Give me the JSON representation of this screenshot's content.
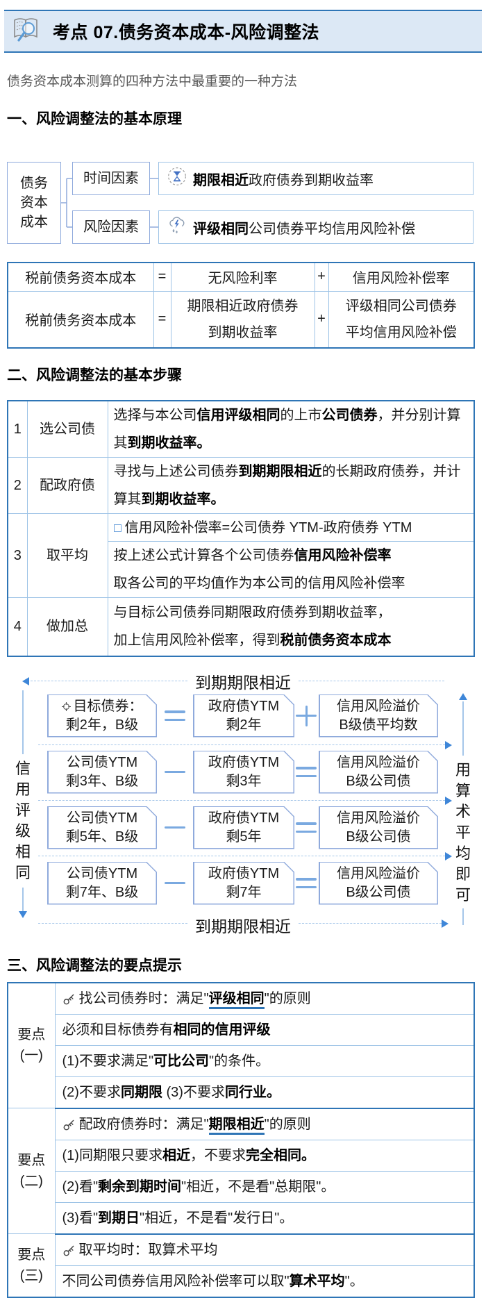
{
  "colors": {
    "accent_dark": "#2e75b6",
    "accent_light": "#9dc3e6",
    "box_border": "#8faadc",
    "header_bg": "#dce8f5",
    "arrow_blue": "#3e86d8",
    "operator_blue": "#7aa9e0",
    "subtitle_gray": "#595959"
  },
  "header": {
    "title": "考点 07.债务资本成本-风险调整法",
    "icon": "book-magnifier-icon"
  },
  "intro": "债务资本成本测算的四种方法中最重要的一种方法",
  "section1": {
    "heading": "一、风险调整法的基本原理",
    "concept": {
      "root_lines": [
        "债务",
        "资本",
        "成本"
      ],
      "branches": [
        {
          "factor": "时间因素",
          "icon": "hourglass-icon",
          "desc": [
            {
              "t": "期限相近",
              "b": 1
            },
            {
              "t": "政府债券到期收益率"
            }
          ]
        },
        {
          "factor": "风险因素",
          "icon": "storm-cloud-icon",
          "desc": [
            {
              "t": "评级相同",
              "b": 1
            },
            {
              "t": "公司债券平均信用风险补偿"
            }
          ]
        }
      ]
    },
    "formula_table": {
      "rows": [
        {
          "left": "税前债务资本成本",
          "eq": "=",
          "mid": [
            "无风险利率"
          ],
          "plus": "+",
          "right": [
            "信用风险补偿率"
          ]
        },
        {
          "left": "税前债务资本成本",
          "eq": "=",
          "mid": [
            "期限相近政府债券",
            "到期收益率"
          ],
          "plus": "+",
          "right": [
            "评级相同公司债券",
            "平均信用风险补偿"
          ]
        }
      ]
    }
  },
  "section2": {
    "heading": "二、风险调整法的基本步骤",
    "steps": [
      {
        "num": "1",
        "name": "选公司债",
        "desc": [
          {
            "t": "选择与本公司"
          },
          {
            "t": "信用评级相同",
            "b": 1
          },
          {
            "t": "的上市"
          },
          {
            "t": "公司债券",
            "b": 1
          },
          {
            "t": "，并分别计算其"
          },
          {
            "t": "到期收益率。",
            "b": 1
          }
        ]
      },
      {
        "num": "2",
        "name": "配政府债",
        "desc": [
          {
            "t": "寻找与上述公司债券"
          },
          {
            "t": "到期期限相近",
            "b": 1
          },
          {
            "t": "的长期政府债券，并计算其"
          },
          {
            "t": "到期收益率。",
            "b": 1
          }
        ]
      },
      {
        "num": "3",
        "name": "取平均",
        "formula": [
          {
            "t": "信用风险补偿率=公司债券 YTM-政府债券 YTM"
          }
        ],
        "line1": [
          {
            "t": "按上述公式计算各个公司债券"
          },
          {
            "t": "信用风险补偿率",
            "b": 1
          }
        ],
        "line2": [
          {
            "t": "取各公司的平均值作为本公司的信用风险补偿率"
          }
        ]
      },
      {
        "num": "4",
        "name": "做加总",
        "line1": [
          {
            "t": "与目标公司债券同期限政府债券到期收益率，"
          }
        ],
        "line2": [
          {
            "t": "加上信用风险补偿率，得到"
          },
          {
            "t": "税前债务资本成本",
            "b": 1
          }
        ]
      }
    ],
    "diagram": {
      "top_label": "到期期限相近",
      "bottom_label": "到期期限相近",
      "left_label": "信用评级相同",
      "right_label": "用算术平均即可",
      "rows": [
        {
          "box1": [
            "目标债券：",
            "剩2年，B级"
          ],
          "op1": "=",
          "box2": [
            "政府债YTM",
            "剩2年"
          ],
          "op2": "+",
          "box3": [
            "信用风险溢价",
            "B级债平均数"
          ],
          "box1_icon": "target-icon"
        },
        {
          "box1": [
            "公司债YTM",
            "剩3年、B级"
          ],
          "op1": "−",
          "box2": [
            "政府债YTM",
            "剩3年"
          ],
          "op2": "=",
          "box3": [
            "信用风险溢价",
            "B级公司债"
          ]
        },
        {
          "box1": [
            "公司债YTM",
            "剩5年、B级"
          ],
          "op1": "−",
          "box2": [
            "政府债YTM",
            "剩5年"
          ],
          "op2": "=",
          "box3": [
            "信用风险溢价",
            "B级公司债"
          ]
        },
        {
          "box1": [
            "公司债YTM",
            "剩7年、B级"
          ],
          "op1": "−",
          "box2": [
            "政府债YTM",
            "剩7年"
          ],
          "op2": "=",
          "box3": [
            "信用风险溢价",
            "B级公司债"
          ]
        }
      ]
    }
  },
  "section3": {
    "heading": "三、风险调整法的要点提示",
    "blocks": [
      {
        "label": [
          "要点",
          "(一)"
        ],
        "header": [
          {
            "t": "找公司债券时：满足\""
          },
          {
            "t": "评级相同",
            "b": 1,
            "u": 1
          },
          {
            "t": "\"的原则"
          }
        ],
        "lines": [
          [
            {
              "t": "必须和目标债券有"
            },
            {
              "t": "相同的信用评级",
              "b": 1
            }
          ],
          [
            {
              "t": "(1)不要求满足\""
            },
            {
              "t": "可比公司",
              "b": 1
            },
            {
              "t": "\"的条件。"
            }
          ],
          [
            {
              "t": "(2)不要求"
            },
            {
              "t": "同期限",
              "b": 1
            },
            {
              "t": " (3)不要求"
            },
            {
              "t": "同行业。",
              "b": 1
            }
          ]
        ]
      },
      {
        "label": [
          "要点",
          "(二)"
        ],
        "header": [
          {
            "t": "配政府债券时：满足\""
          },
          {
            "t": "期限相近",
            "b": 1,
            "u": 1
          },
          {
            "t": "\"的原则"
          }
        ],
        "lines": [
          [
            {
              "t": "(1)同期限只要求"
            },
            {
              "t": "相近",
              "b": 1
            },
            {
              "t": "，不要求"
            },
            {
              "t": "完全相同。",
              "b": 1
            }
          ],
          [
            {
              "t": "(2)看\""
            },
            {
              "t": "剩余到期时间",
              "b": 1
            },
            {
              "t": "\"相近，不是看\"总期限\"。"
            }
          ],
          [
            {
              "t": "(3)看\""
            },
            {
              "t": "到期日",
              "b": 1
            },
            {
              "t": "\"相近，不是看\"发行日\"。"
            }
          ]
        ]
      },
      {
        "label": [
          "要点",
          "(三)"
        ],
        "header": [
          {
            "t": "取平均时：取算术平均"
          }
        ],
        "lines": [
          [
            {
              "t": "不同公司债券信用风险补偿率可以取\""
            },
            {
              "t": "算术平均",
              "b": 1
            },
            {
              "t": "\"。"
            }
          ]
        ]
      }
    ]
  }
}
